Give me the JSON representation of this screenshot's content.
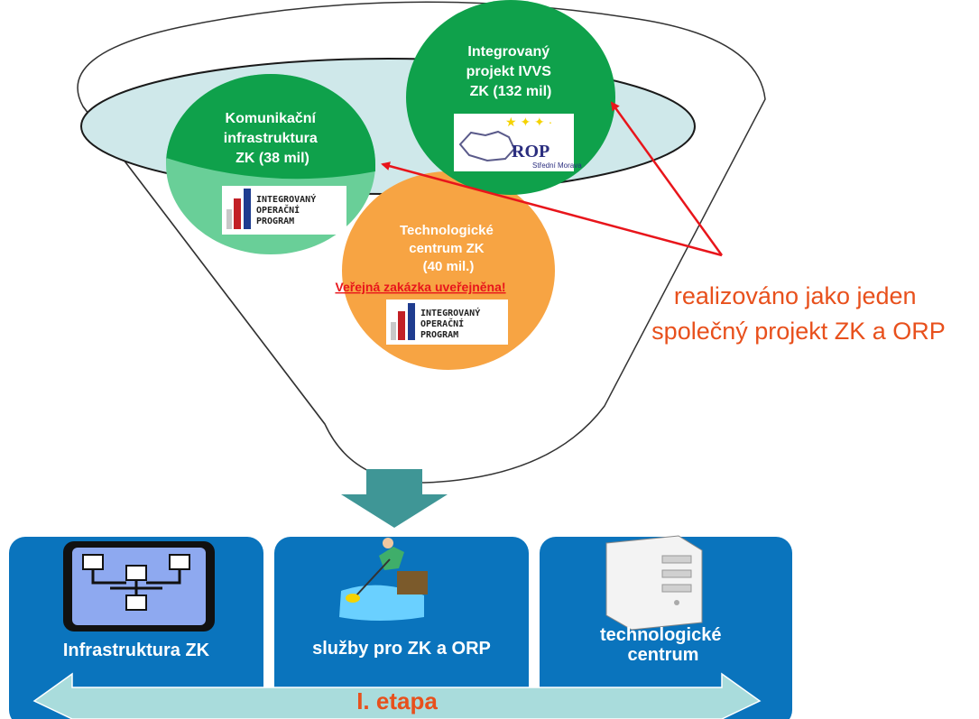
{
  "circles": [
    {
      "id": "komunikacni",
      "lines": [
        "Komunikační",
        "infrastruktura",
        "ZK (38 mil)"
      ],
      "logo": "integrovany-operacni-program"
    },
    {
      "id": "integrovany",
      "lines": [
        "Integrovaný",
        "projekt IVVS",
        "ZK (132 mil)"
      ],
      "logo": "rop-stredni-morava"
    },
    {
      "id": "technologicke",
      "lines": [
        "Technologické",
        "centrum ZK",
        "(40 mil.)"
      ],
      "notice": "Veřejná zakázka uveřejněna!",
      "logo": "integrovany-operacni-program"
    }
  ],
  "logos": {
    "iop": [
      "INTEGROVANÝ",
      "OPERAČNÍ",
      "PROGRAM"
    ],
    "rop": {
      "title": "ROP",
      "subtitle": "Střední Morava"
    }
  },
  "note": [
    "realizováno jako jeden",
    "společný projekt ZK a ORP"
  ],
  "boxes": [
    {
      "label_lines": [
        "Infrastruktura ZK"
      ],
      "icon": "network-icon"
    },
    {
      "label_lines": [
        "služby pro ZK a ORP"
      ],
      "icon": "fisherman-icon"
    },
    {
      "label_lines": [
        "technologické",
        "centrum"
      ],
      "icon": "server-tower-icon"
    }
  ],
  "arrow_label": "I. etapa",
  "colors": {
    "green": "#0fa14b",
    "light_green": "#69cf98",
    "orange": "#f7a443",
    "funnel_fill": "#cfe8ea",
    "box_blue": "#0a74bd",
    "down_arrow": "#3f9696",
    "red_arrow": "#e8151b",
    "note_orange": "#e8501c",
    "stage_arrow": "#a9dcdc"
  }
}
